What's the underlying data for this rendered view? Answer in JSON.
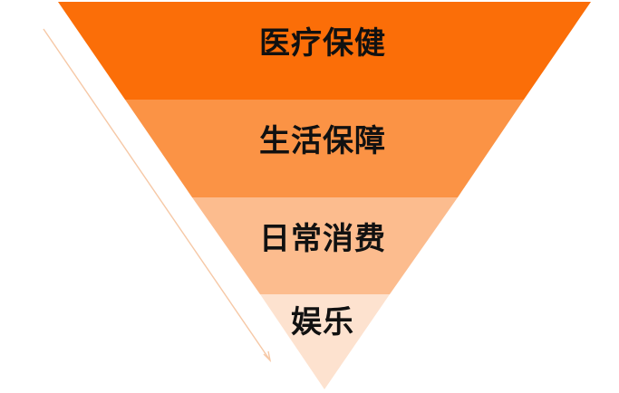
{
  "pyramid": {
    "tiers": [
      {
        "label": "医疗保健",
        "color": "#FB6E08"
      },
      {
        "label": "生活保障",
        "color": "#FB9345"
      },
      {
        "label": "日常消费",
        "color": "#FCBC8E"
      },
      {
        "label": "娱乐",
        "color": "#FDE2CF"
      }
    ],
    "arrow_color": "#F6C8A6"
  }
}
